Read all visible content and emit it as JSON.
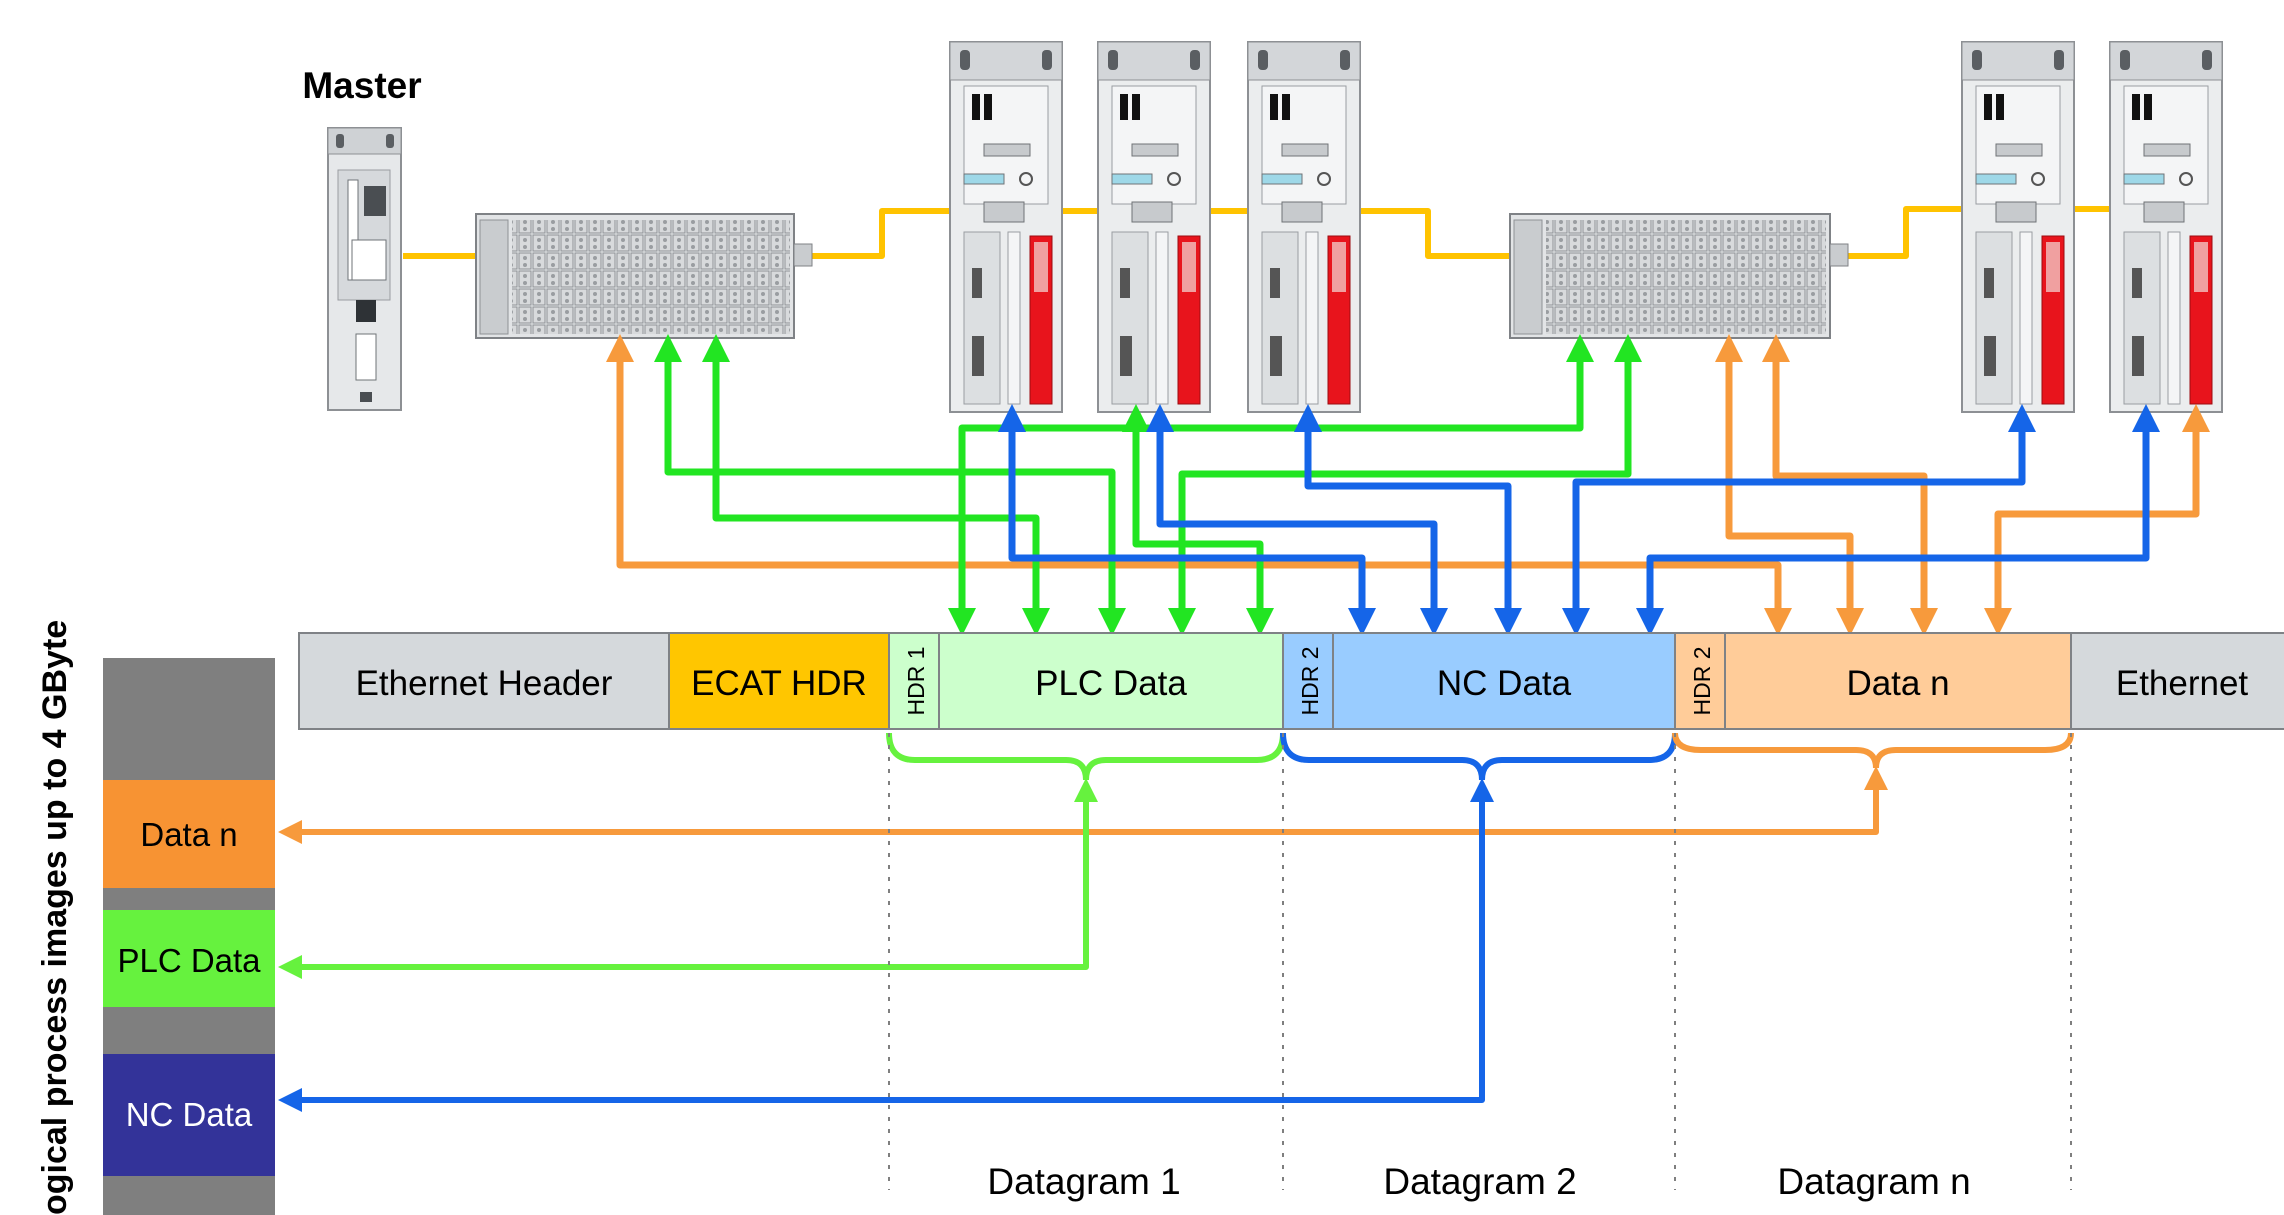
{
  "labels": {
    "master": "Master",
    "side_title": "ogical process images up to  4 GByte"
  },
  "frame": {
    "ethernet_header": "Ethernet Header",
    "ecat_hdr": "ECAT HDR",
    "hdr1": "HDR 1",
    "plc_data": "PLC Data",
    "hdr2a": "HDR 2",
    "nc_data": "NC Data",
    "hdr2b": "HDR 2",
    "data_n": "Data n",
    "ethernet_trailer": "Ethernet"
  },
  "datagrams": {
    "d1": "Datagram 1",
    "d2": "Datagram 2",
    "dn": "Datagram n"
  },
  "process_image": {
    "data_n": "Data n",
    "plc_data": "PLC Data",
    "nc_data": "NC Data"
  },
  "colors": {
    "orange": "#F79A3C",
    "green": "#22E522",
    "blue": "#1565E8",
    "bright_green": "#66F23E",
    "plc_fill": "#CCFFCC",
    "nc_fill": "#99CCFF",
    "datan_fill": "#FFCC99",
    "ecat_fill": "#FFC600",
    "header_fill": "#D5D9DC",
    "cable": "#FFC300",
    "drive_red": "#E8141C",
    "pi_orange": "#F79333",
    "pi_green": "#66F23E",
    "pi_navy": "#333399",
    "pi_gray": "#7F7F7F"
  }
}
